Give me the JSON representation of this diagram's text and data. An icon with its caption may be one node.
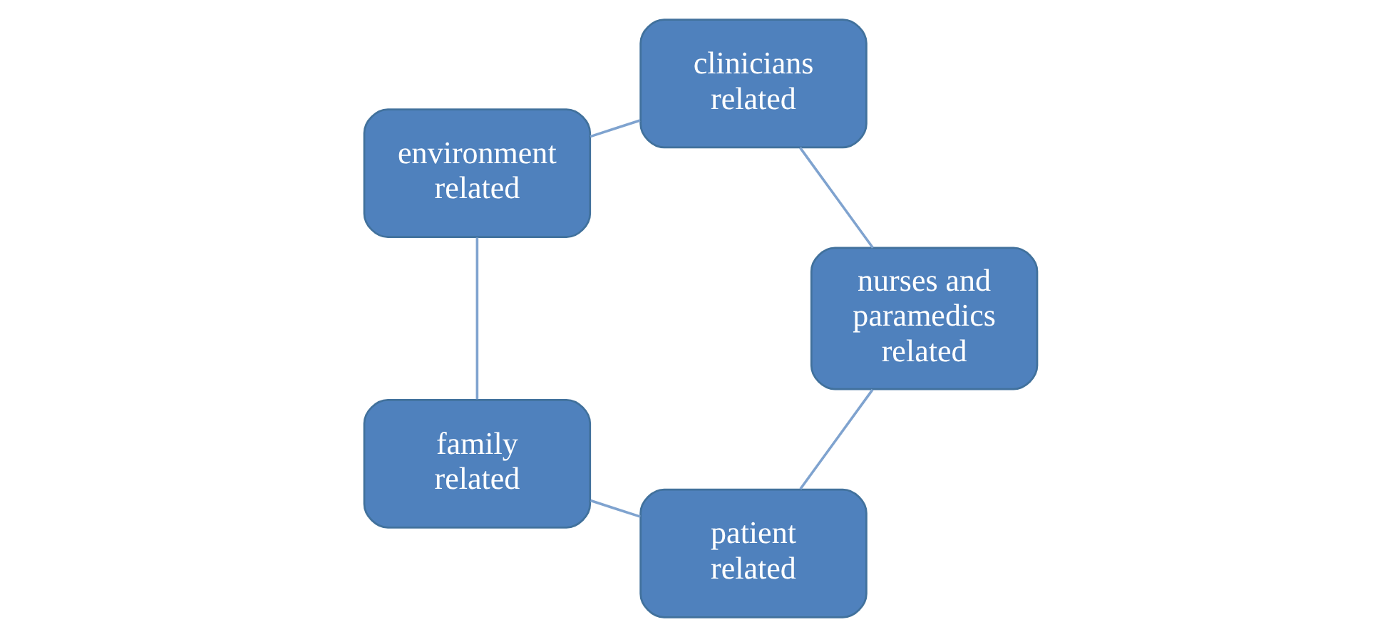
{
  "diagram": {
    "nodes": [
      {
        "text": [
          "patient related"
        ]
      },
      {
        "text": [
          "family related"
        ]
      },
      {
        "text": [
          "environment related"
        ]
      },
      {
        "text": [
          "clinicians related"
        ]
      },
      {
        "text": [
          "nurses and paramedics related"
        ]
      }
    ],
    "edges": [
      {
        "from": 0,
        "to": 1,
        "arrow": "none"
      },
      {
        "from": 1,
        "to": 2,
        "arrow": "none"
      },
      {
        "from": 2,
        "to": 3,
        "arrow": "none"
      },
      {
        "from": 3,
        "to": 4,
        "arrow": "none"
      },
      {
        "from": 4,
        "to": 0,
        "arrow": "none"
      }
    ]
  }
}
